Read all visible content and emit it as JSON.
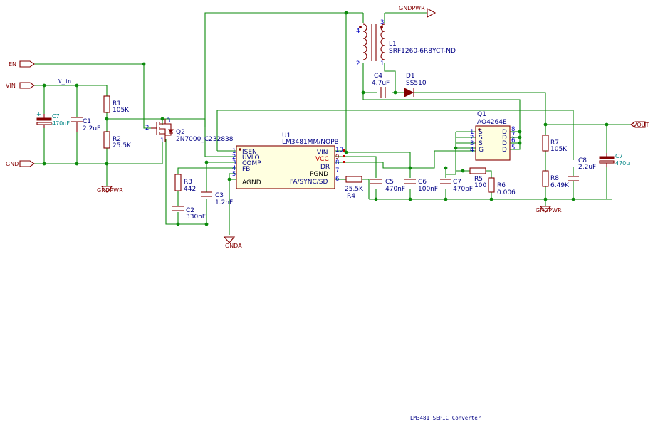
{
  "title_block": "LM3481 SEPIC Converter",
  "net_labels": {
    "en": "EN",
    "vin": "VIN",
    "gnd": "GND",
    "vout": "VOUT",
    "gndpwr": "GNDPWR",
    "gnda": "GNDA",
    "v_in_net": "V_in"
  },
  "components": {
    "L1": {
      "ref": "L1",
      "value": "SRF1260-6R8YCT-ND",
      "pins": [
        "4",
        "2",
        "3",
        "1"
      ]
    },
    "C4": {
      "ref": "C4",
      "value": "4.7uF"
    },
    "D1": {
      "ref": "D1",
      "value": "SS510"
    },
    "Q1": {
      "ref": "Q1",
      "value": "AO4264E",
      "left_pins": [
        {
          "n": "1",
          "name": "S"
        },
        {
          "n": "2",
          "name": "S"
        },
        {
          "n": "3",
          "name": "S"
        },
        {
          "n": "4",
          "name": "G"
        }
      ],
      "right_pins": [
        {
          "n": "8",
          "name": "D"
        },
        {
          "n": "7",
          "name": "D"
        },
        {
          "n": "6",
          "name": "D"
        },
        {
          "n": "5",
          "name": "D"
        }
      ]
    },
    "Q2": {
      "ref": "Q2",
      "value": "2N7000_C232838",
      "pins": [
        "2",
        "3",
        "1"
      ]
    },
    "U1": {
      "ref": "U1",
      "value": "LM3481MM/NOPB",
      "left_pins": [
        {
          "n": "1",
          "name": "ISEN"
        },
        {
          "n": "2",
          "name": "UVLO"
        },
        {
          "n": "3",
          "name": "COMP"
        },
        {
          "n": "4",
          "name": "FB"
        },
        {
          "n": "5",
          "name": "AGND"
        }
      ],
      "right_pins": [
        {
          "n": "10",
          "name": "VIN"
        },
        {
          "n": "9",
          "name": "VCC"
        },
        {
          "n": "8",
          "name": "DR"
        },
        {
          "n": "7",
          "name": "PGND"
        },
        {
          "n": "6",
          "name": "FA/SYNC/SD"
        }
      ]
    },
    "C7a": {
      "ref": "C7",
      "value": "470uF"
    },
    "C1": {
      "ref": "C1",
      "value": "2.2uF"
    },
    "R1": {
      "ref": "R1",
      "value": "105K"
    },
    "R2": {
      "ref": "R2",
      "value": "25.5K"
    },
    "R3": {
      "ref": "R3",
      "value": "442"
    },
    "C2": {
      "ref": "C2",
      "value": "330nF"
    },
    "C3": {
      "ref": "C3",
      "value": "1.2nF"
    },
    "R4": {
      "ref": "R4",
      "value": "25.5K"
    },
    "C5": {
      "ref": "C5",
      "value": "470nF"
    },
    "C6": {
      "ref": "C6",
      "value": "100nF"
    },
    "C7b": {
      "ref": "C7",
      "value": "470pF"
    },
    "R5": {
      "ref": "R5",
      "value": "100"
    },
    "R6": {
      "ref": "R6",
      "value": "0.006"
    },
    "R7": {
      "ref": "R7",
      "value": "105K"
    },
    "R8": {
      "ref": "R8",
      "value": "6.49K"
    },
    "C8": {
      "ref": "C8",
      "value": "2.2uF"
    },
    "C7c": {
      "ref": "C7",
      "value": "470u"
    }
  },
  "colors": {
    "wire": "#0b8a0b",
    "part": "#840000",
    "text": "#000084",
    "value": "#006464",
    "background": "#ffffff"
  }
}
